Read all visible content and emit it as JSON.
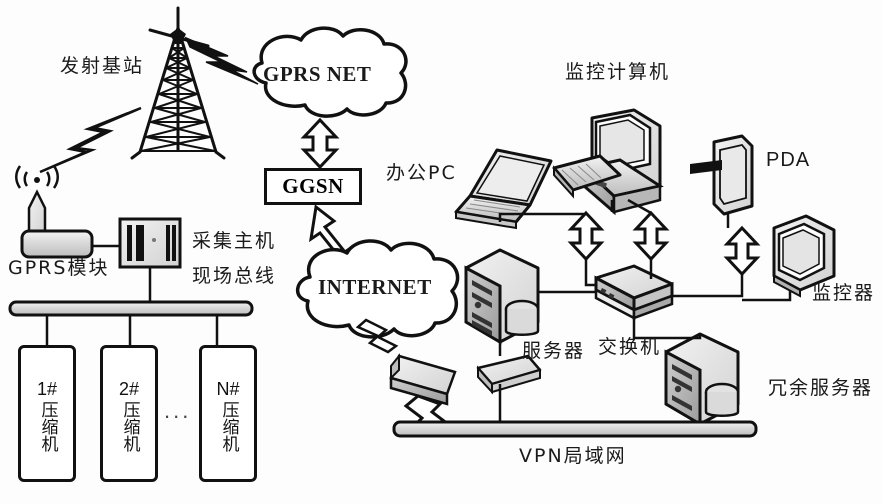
{
  "diagram": {
    "title": "GPRS compressor remote monitoring network topology",
    "background": "#fdfdfd",
    "line_color": "#111111",
    "text_color": "#1a1a1a"
  },
  "clouds": [
    {
      "id": "gprs-net",
      "label": "GPRS NET"
    },
    {
      "id": "internet",
      "label": "INTERNET"
    }
  ],
  "boxes": [
    {
      "id": "ggsn",
      "label": "GGSN"
    }
  ],
  "labels": {
    "base_station": "发射基站",
    "gprs_module": "GPRS模块",
    "collection_host": "采集主机",
    "field_bus": "现场总线",
    "office_pc": "办公PC",
    "monitoring_computer": "监控计算机",
    "pda": "PDA",
    "monitor_device": "监控器",
    "server": "服务器",
    "switch": "交换机",
    "redundant_server": "冗余服务器",
    "vpn_lan": "VPN局域网"
  },
  "compressors": [
    {
      "number": "1#",
      "name": "压缩机"
    },
    {
      "number": "2#",
      "name": "压缩机"
    },
    {
      "number": "N#",
      "name": "压缩机"
    }
  ],
  "compressor_separator": "...",
  "icons": {
    "tower": "transmission-tower-icon",
    "antenna": "antenna-icon",
    "signal_bolt": "radio-wave-icon",
    "laptop": "laptop-icon",
    "desktop": "desktop-computer-icon",
    "keyboard": "keyboard-icon",
    "pda": "pda-device-icon",
    "crt_monitor": "crt-monitor-icon",
    "server": "server-tower-icon",
    "switch": "network-switch-icon",
    "router": "router-icon",
    "bidirectional_arrow": "double-arrow-icon"
  }
}
